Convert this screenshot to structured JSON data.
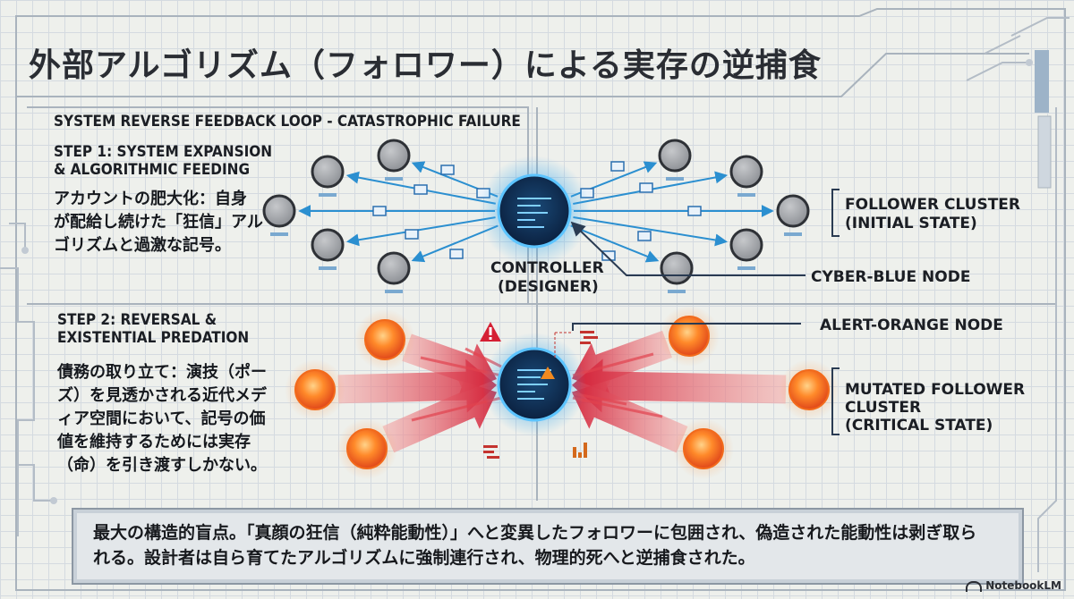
{
  "title": "外部アルゴリズム（フォロワー）による実存の逆捕食",
  "loop_heading": "SYSTEM REVERSE FEEDBACK LOOP - CATASTROPHIC FAILURE",
  "step1": {
    "heading_lines": [
      "STEP 1: SYSTEM EXPANSION",
      "& ALGORITHMIC FEEDING"
    ],
    "body_lines": [
      "アカウントの肥大化：自身",
      "が配給し続けた「狂信」アル",
      "ゴリズムと過激な記号。"
    ]
  },
  "step2": {
    "heading_lines": [
      "STEP 2: REVERSAL &",
      "EXISTENTIAL PREDATION"
    ],
    "body_lines": [
      "債務の取り立て：演技（ポー",
      "ズ）を見透かされる近代メデ",
      "ィア空間において、記号の価",
      "値を維持するためには実存",
      "（命）を引き渡すしかない。"
    ]
  },
  "labels": {
    "follower_cluster": [
      "FOLLOWER CLUSTER",
      "(INITIAL STATE)"
    ],
    "controller": [
      "CONTROLLER",
      "(DESIGNER)"
    ],
    "cyber_blue": "CYBER-BLUE NODE",
    "alert_orange": "ALERT-ORANGE NODE",
    "mutated_cluster": [
      "MUTATED FOLLOWER",
      "CLUSTER",
      "(CRITICAL STATE)"
    ]
  },
  "summary_lines": [
    "最大の構造的盲点。「真顔の狂信（純粋能動性）」へと変異したフォロワーに包囲され、偽造された能動性は剥ぎ取ら",
    "れる。設計者は自ら育てたアルゴリズムに強制連行され、物理的死へと逆捕食された。"
  ],
  "brand": "NotebookLM",
  "colors": {
    "cyber_blue": "#1e8fd6",
    "alert_orange": "#f26a1b",
    "arrow_red": "#d8263a",
    "node_gray": "#a7a9ad"
  }
}
